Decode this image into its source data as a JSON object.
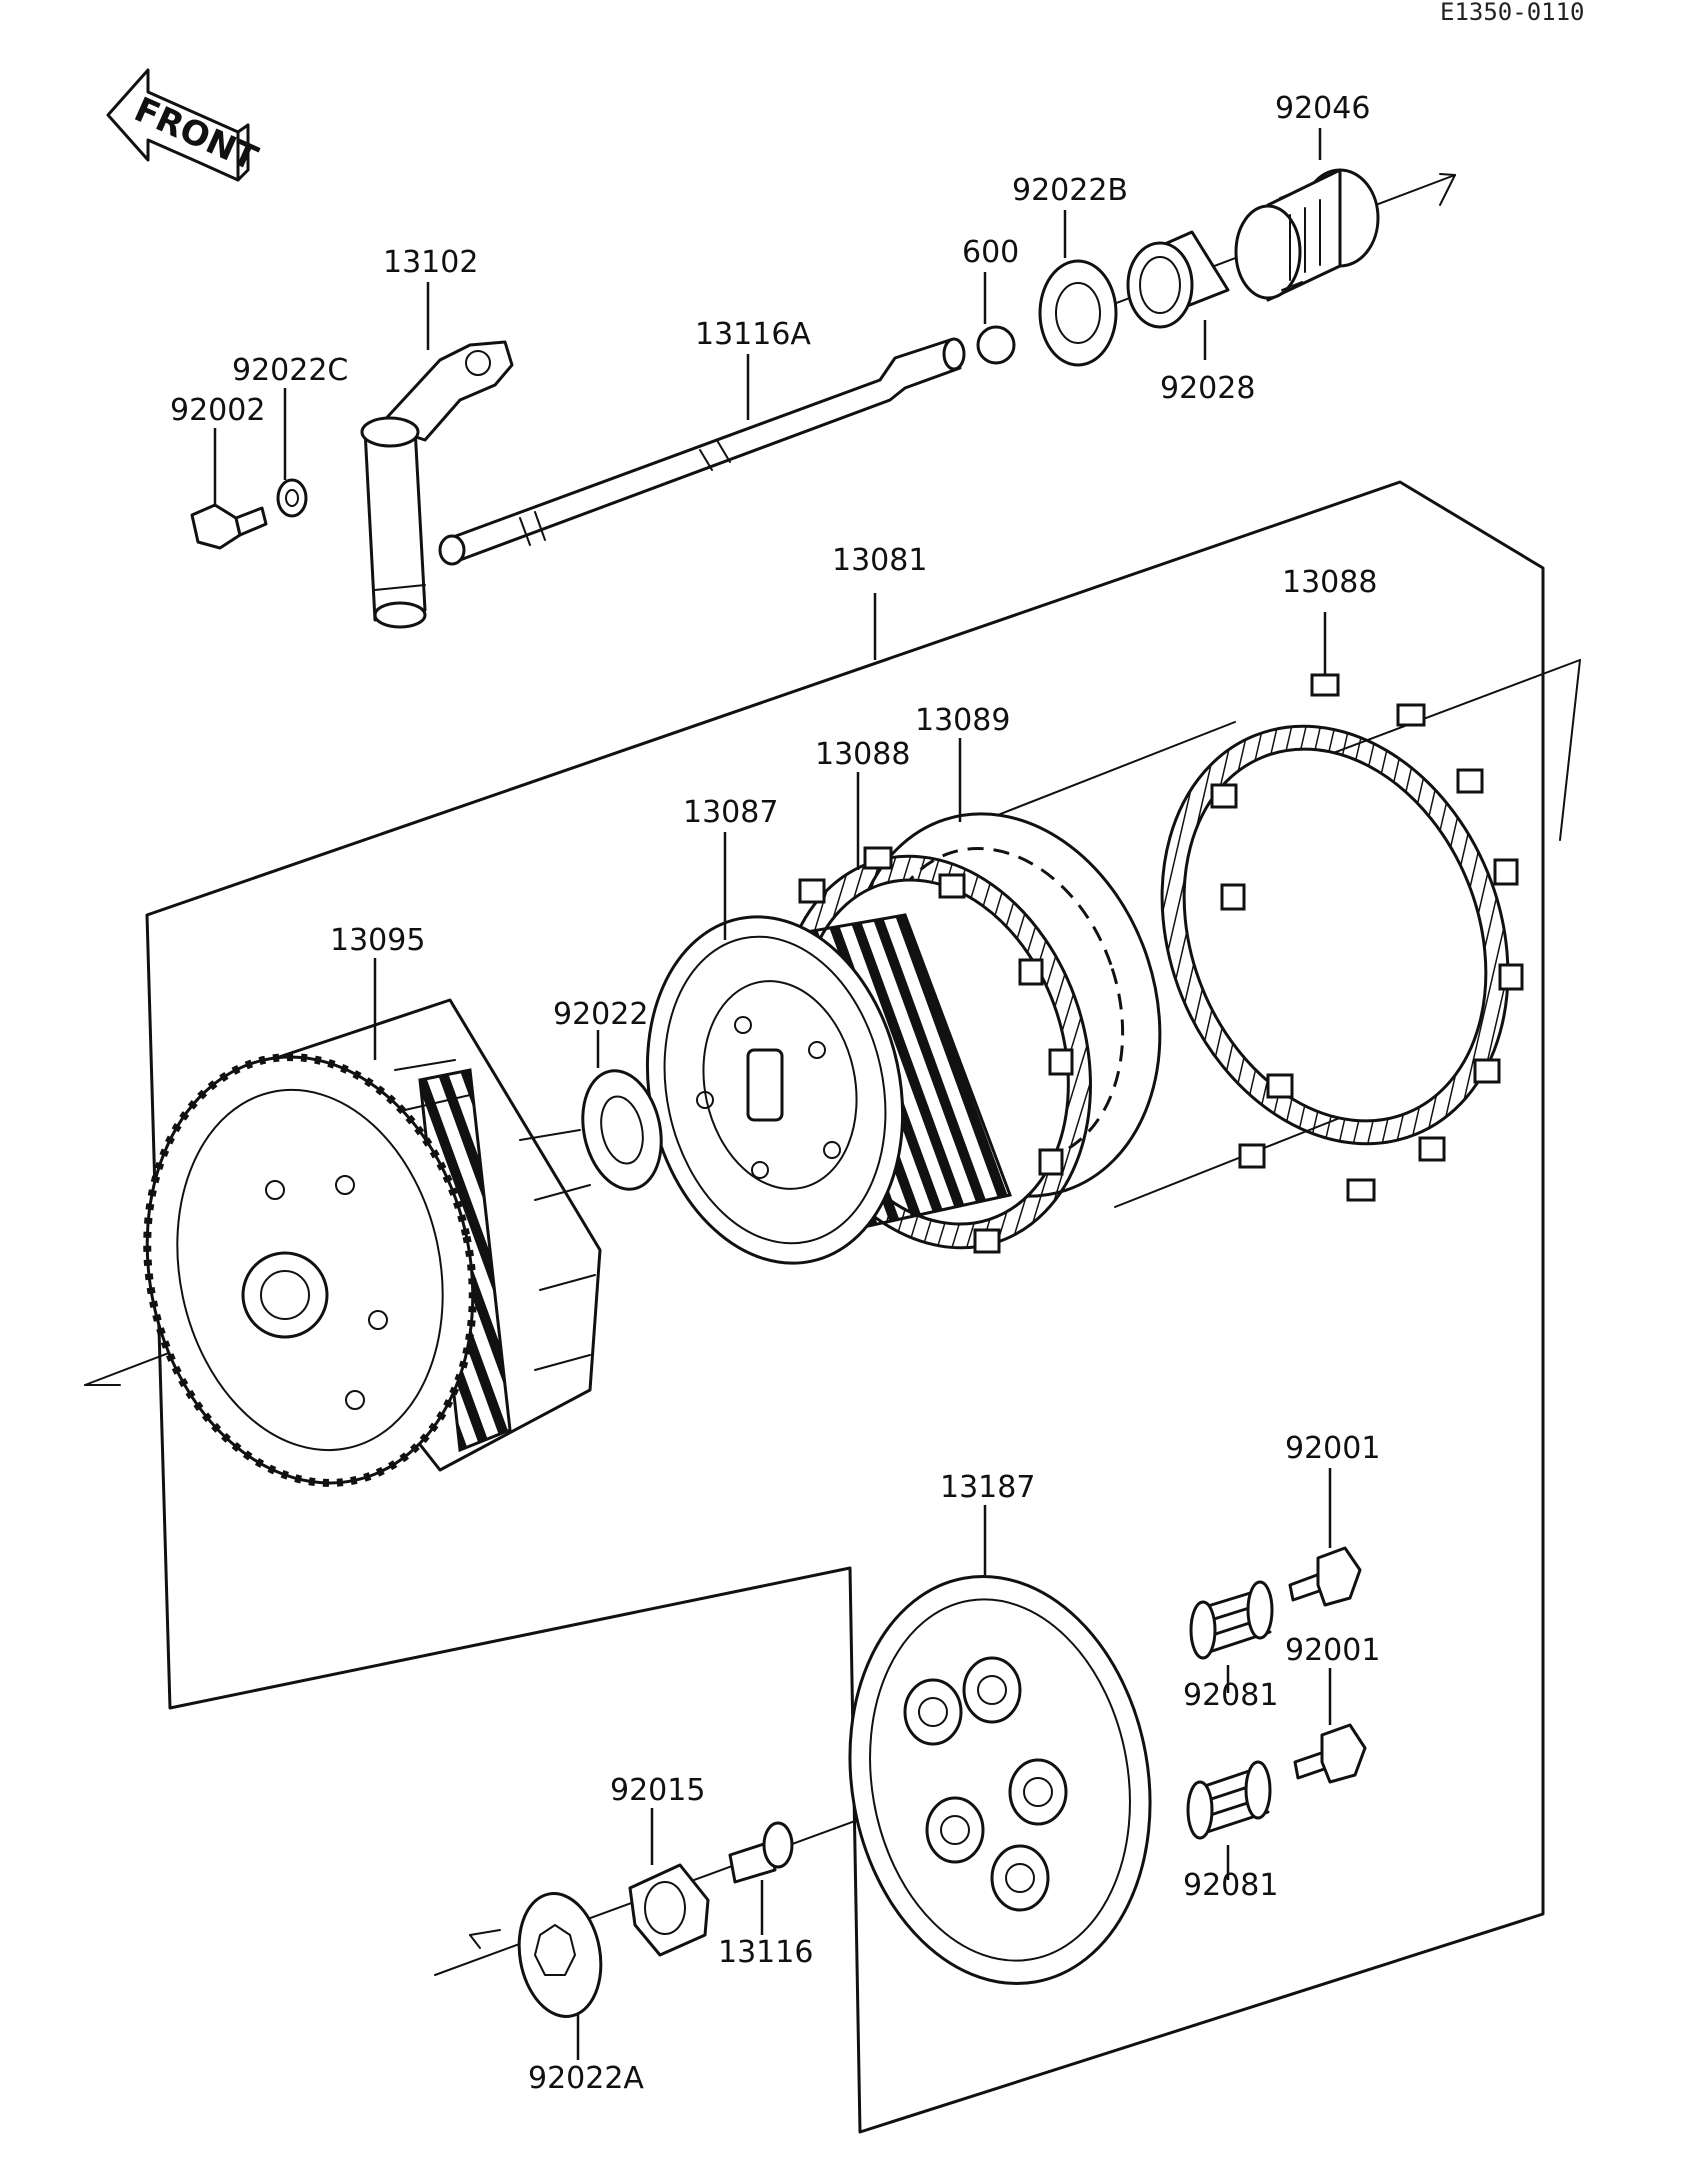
{
  "doc_id": "E1350-0110",
  "front_label": "FRONT",
  "part_labels": {
    "p92046": "92046",
    "p92022B": "92022B",
    "p600": "600",
    "p13102": "13102",
    "p13116A": "13116A",
    "p92022C": "92022C",
    "p92002": "92002",
    "p92028": "92028",
    "p13081": "13081",
    "p13088_a": "13088",
    "p13089": "13089",
    "p13088_b": "13088",
    "p13087": "13087",
    "p13095": "13095",
    "p92022": "92022",
    "p92001_a": "92001",
    "p13187": "13187",
    "p92081_a": "92081",
    "p92001_b": "92001",
    "p92015": "92015",
    "p92081_b": "92081",
    "p13116": "13116",
    "p92022A": "92022A"
  }
}
